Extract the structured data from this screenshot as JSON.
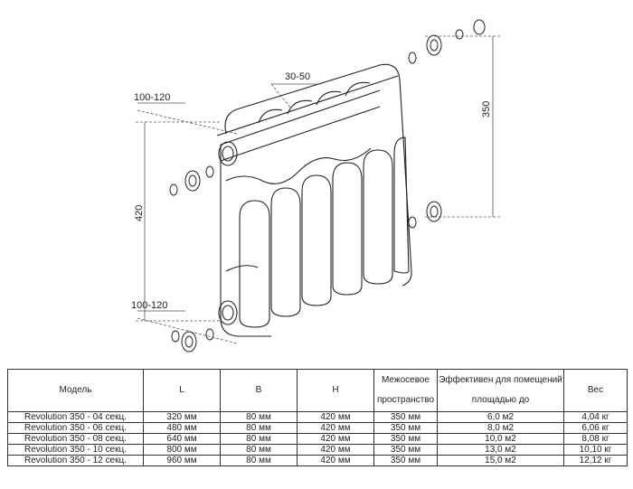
{
  "dimensions": {
    "top_offset": "100-120",
    "bottom_offset": "100-120",
    "wall_gap": "30-50",
    "height_total": "420",
    "center_distance": "350"
  },
  "table": {
    "headers": {
      "model": "Модель",
      "l": "L",
      "b": "B",
      "h": "H",
      "center_line1": "Межосевое",
      "center_line2": "пространство",
      "area_line1": "Эффективен для помещений",
      "area_line2": "площадью до",
      "weight": "Вес"
    },
    "rows": [
      {
        "model": "Revolution 350 - 04 секц.",
        "l": "320 мм",
        "b": "80 мм",
        "h": "420 мм",
        "center": "350 мм",
        "area": "6,0 м2",
        "weight": "4,04 кг"
      },
      {
        "model": "Revolution 350 - 06 секц.",
        "l": "480 мм",
        "b": "80 мм",
        "h": "420 мм",
        "center": "350 мм",
        "area": "8,0 м2",
        "weight": "6,06 кг"
      },
      {
        "model": "Revolution 350 - 08 секц.",
        "l": "640 мм",
        "b": "80 мм",
        "h": "420 мм",
        "center": "350 мм",
        "area": "10,0 м2",
        "weight": "8,08 кг"
      },
      {
        "model": "Revolution 350 - 10 секц.",
        "l": "800 мм",
        "b": "80 мм",
        "h": "420 мм",
        "center": "350 мм",
        "area": "13,0 м2",
        "weight": "10,10 кг"
      },
      {
        "model": "Revolution 350 - 12 секц.",
        "l": "960 мм",
        "b": "80 мм",
        "h": "420 мм",
        "center": "350 мм",
        "area": "15,0 м2",
        "weight": "12,12 кг"
      }
    ]
  }
}
